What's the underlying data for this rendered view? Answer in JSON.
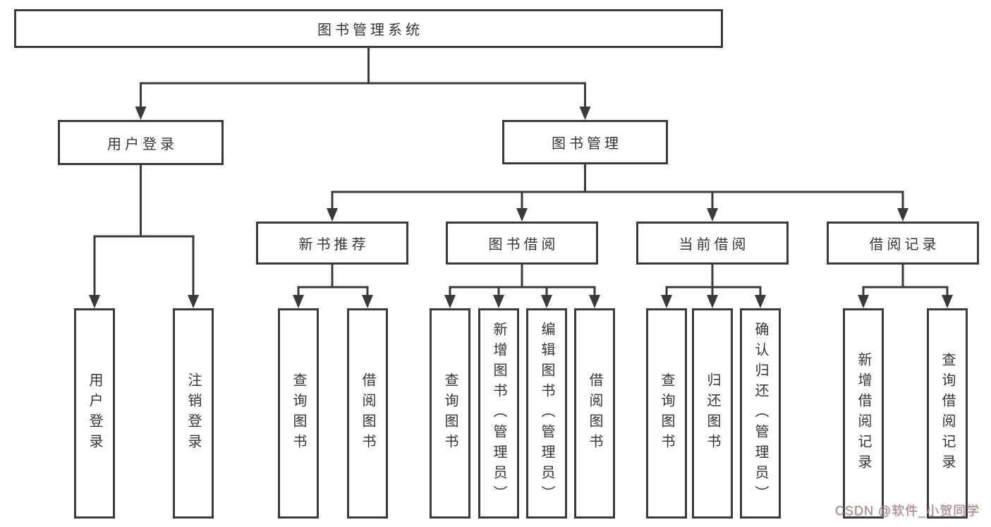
{
  "tree": {
    "label": "图书管理系统",
    "children": [
      {
        "label": "用户登录",
        "children": [
          {
            "label": "用户登录"
          },
          {
            "label": "注销登录"
          }
        ]
      },
      {
        "label": "图书管理",
        "children": [
          {
            "label": "新书推荐",
            "children": [
              {
                "label": "查询图书"
              },
              {
                "label": "借阅图书"
              }
            ]
          },
          {
            "label": "图书借阅",
            "children": [
              {
                "label": "查询图书"
              },
              {
                "label": "新增图书（管理员）"
              },
              {
                "label": "编辑图书（管理员）"
              },
              {
                "label": "借阅图书"
              }
            ]
          },
          {
            "label": "当前借阅",
            "children": [
              {
                "label": "查询图书"
              },
              {
                "label": "归还图书"
              },
              {
                "label": "确认归还（管理员）"
              }
            ]
          },
          {
            "label": "借阅记录",
            "children": [
              {
                "label": "新增借阅记录"
              },
              {
                "label": "查询借阅记录"
              }
            ]
          }
        ]
      }
    ]
  },
  "watermark": {
    "text": "CSDN @软件_小贺同学"
  },
  "colors": {
    "line": "#3a3a3a",
    "text": "#363636",
    "watermark": "#979797",
    "background": "#ffffff"
  }
}
